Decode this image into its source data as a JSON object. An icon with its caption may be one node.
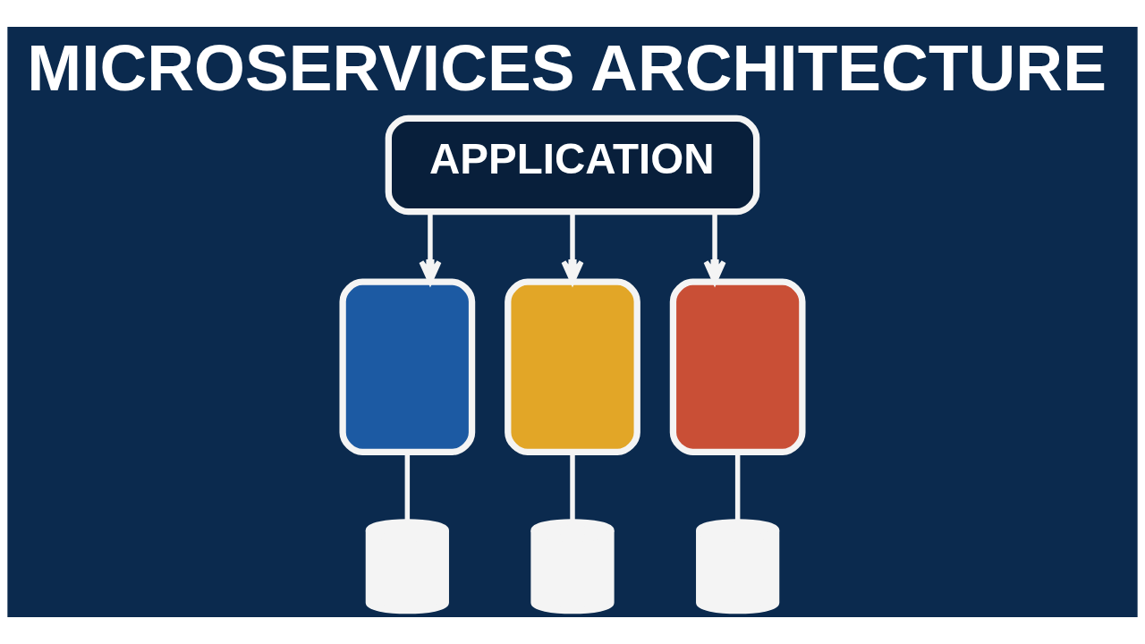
{
  "diagram": {
    "title": "MICROSERVICES ARCHITECTURE",
    "nodes": [
      {
        "text": [
          "APPLICATION"
        ]
      },
      {
        "text": [],
        "shape": "box"
      },
      {
        "text": [],
        "shape": "box"
      },
      {
        "text": [],
        "shape": "box"
      },
      {
        "text": [],
        "shape": "cylinder"
      },
      {
        "text": [],
        "shape": "cylinder"
      },
      {
        "text": [],
        "shape": "cylinder"
      }
    ],
    "edges": [
      {
        "from": 0,
        "to": 1,
        "arrow": "to"
      },
      {
        "from": 0,
        "to": 2,
        "arrow": "to"
      },
      {
        "from": 0,
        "to": 3,
        "arrow": "to"
      },
      {
        "from": 1,
        "to": 4,
        "arrow": "none"
      },
      {
        "from": 2,
        "to": 5,
        "arrow": "none"
      },
      {
        "from": 3,
        "to": 6,
        "arrow": "none"
      }
    ]
  }
}
